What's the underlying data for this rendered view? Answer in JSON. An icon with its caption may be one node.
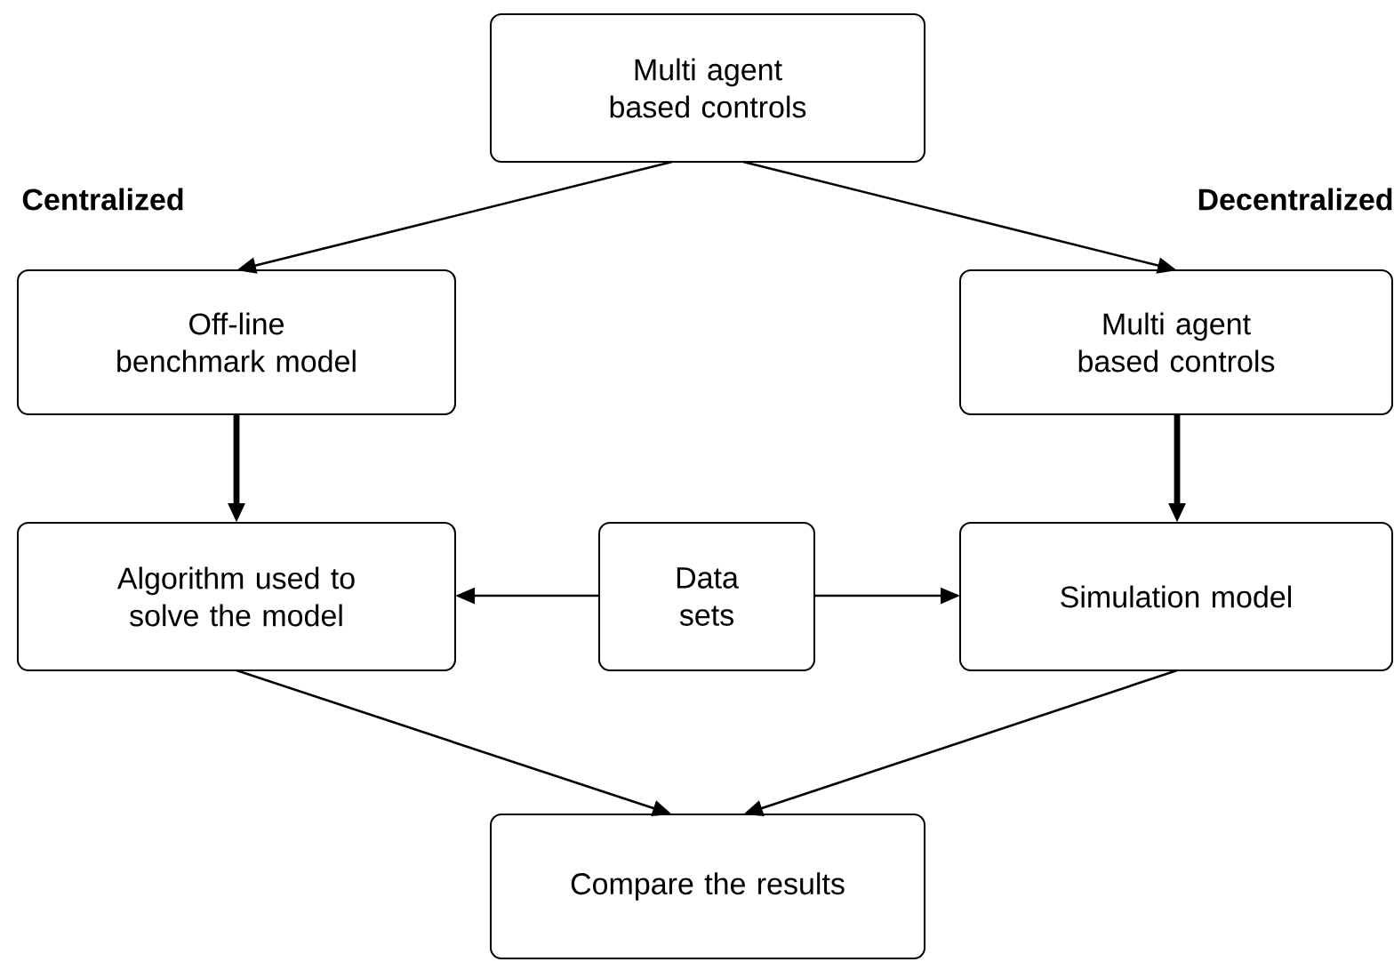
{
  "diagram": {
    "nodes": [
      {
        "text": [
          "Multi agent based controls"
        ]
      },
      {
        "text": [
          "Off-line benchmark model"
        ]
      },
      {
        "text": [
          "Multi agent based controls"
        ]
      },
      {
        "text": [
          "Algorithm used to solve the model"
        ]
      },
      {
        "text": [
          "Data sets"
        ]
      },
      {
        "text": [
          "Simulation model"
        ]
      },
      {
        "text": [
          "Compare the results"
        ]
      }
    ],
    "edges": [
      {
        "from": 0,
        "to": 1,
        "arrow": "to"
      },
      {
        "from": 0,
        "to": 2,
        "arrow": "to"
      },
      {
        "from": 1,
        "to": 3,
        "arrow": "to",
        "style": "thick"
      },
      {
        "from": 2,
        "to": 5,
        "arrow": "to",
        "style": "thick"
      },
      {
        "from": 4,
        "to": 3,
        "arrow": "to"
      },
      {
        "from": 4,
        "to": 5,
        "arrow": "to"
      },
      {
        "from": 3,
        "to": 6,
        "arrow": "to"
      },
      {
        "from": 5,
        "to": 6,
        "arrow": "to"
      }
    ],
    "labels": [
      "Centralized",
      "Decentralized"
    ]
  }
}
